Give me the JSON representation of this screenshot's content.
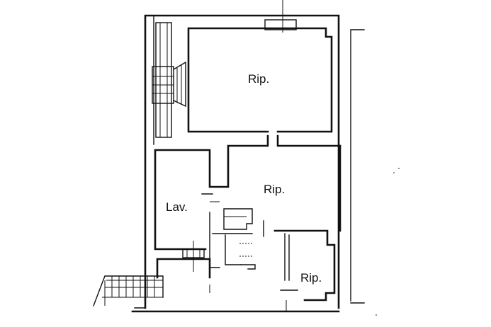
{
  "rooms": {
    "top": {
      "label": "Rip."
    },
    "middle": {
      "label": "Rip."
    },
    "laundry": {
      "label": "Lav."
    },
    "bottom": {
      "label": "Rip."
    }
  },
  "colors": {
    "line": "#111111",
    "background": "#ffffff"
  }
}
